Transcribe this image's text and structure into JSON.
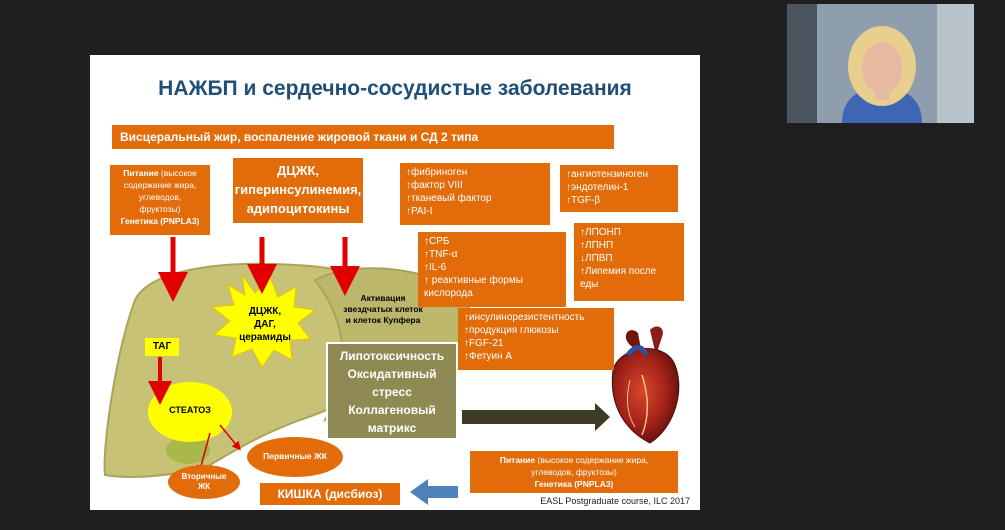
{
  "slide": {
    "title": "НАЖБП и сердечно-сосудистые заболевания",
    "banner": "Висцеральный жир, воспаление жировой ткани и СД 2 типа",
    "nutrition_top": {
      "line1a": "Питание",
      "line1b": " (высокое",
      "line2": "содержание жира,",
      "line3": "углеводов,",
      "line4": "фруктозы)",
      "line5": "Генетика (PNPLA3)"
    },
    "dgzk_box": {
      "line1": "ДЦЖК,",
      "line2": "гиперинсулинемия,",
      "line3": "адипоцитокины"
    },
    "box_fibrinogen": [
      "↑фибриноген",
      "↑фактор VIII",
      "↑тканевый фактор",
      "↑PAI-I"
    ],
    "box_angiotensin": [
      "↑ангиотензиноген",
      "↑эндотелин-1",
      "↑TGF-β"
    ],
    "box_crp": [
      "↑СРБ",
      "↑TNF-α",
      "↑IL-6",
      "↑ реактивные формы",
      "кислорода"
    ],
    "box_lipids": [
      "↑ЛПОНП",
      "↑ЛПНП",
      "↓ЛПВП",
      "↑Липемия после",
      "еды"
    ],
    "box_insulin": [
      "↑инсулинорезистентность",
      "↑продукция глюкозы",
      "↑FGF-21",
      "↑Фетуин А"
    ],
    "star": {
      "line1": "ДЦЖК,",
      "line2": "ДАГ,",
      "line3": "церамиды"
    },
    "tag_label": "ТАГ",
    "steatosis": "СТЕАТОЗ",
    "activation": {
      "line1": "Активация",
      "line2": "звездчатых клеток",
      "line3": "и клеток Купфера"
    },
    "lipotox": {
      "line1": "Липотоксичность",
      "line2": "Оксидативный",
      "line3": "стресс",
      "line4": "Коллагеновый",
      "line5": "матрикс"
    },
    "primary_bile": "Первичные ЖК",
    "secondary_bile": {
      "line1": "Вторичные",
      "line2": "ЖК"
    },
    "intestine": "КИШКА (дисбиоз)",
    "nutrition_bottom": {
      "line1a": "Питание",
      "line1b": " (высокое содержание жира,",
      "line2": "углеводов, фруктозы)",
      "line3": "Генетика (PNPLA3)"
    },
    "footer": "EASL Postgraduate course, ILC 2017"
  },
  "colors": {
    "orange": "#e36c0a",
    "title_blue": "#1f4e79",
    "liver": "#c7c276",
    "liver_dark": "#a9a45a",
    "star_yellow": "#ffff00",
    "arrow_red": "#e00000",
    "lipotox_box": "#8f8a53",
    "dark_arrow": "#3d3a26",
    "blue_arrow": "#4f81bd"
  }
}
